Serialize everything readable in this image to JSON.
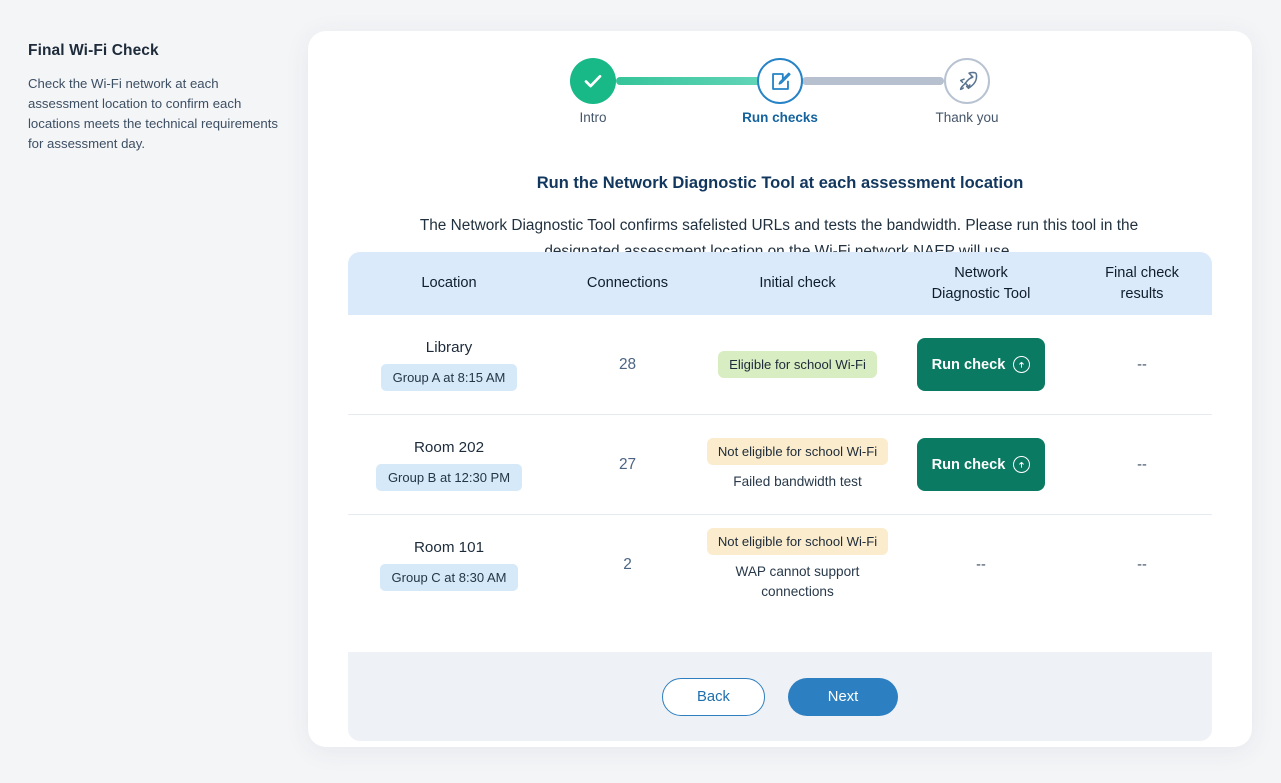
{
  "left_panel": {
    "title": "Final Wi-Fi Check",
    "description": "Check the Wi-Fi network at each assessment location to confirm each locations meets the technical requirements for assessment day."
  },
  "stepper": {
    "steps": [
      {
        "label": "Intro",
        "state": "complete",
        "icon": "check-icon"
      },
      {
        "label": "Run checks",
        "state": "current",
        "icon": "edit-square-icon"
      },
      {
        "label": "Thank you",
        "state": "upcoming",
        "icon": "rocket-icon"
      }
    ],
    "colors": {
      "complete": "#18b887",
      "current": "#2683c6",
      "upcoming": "#b8c3d2",
      "connector_done": "#35c49a",
      "connector_todo": "#b6c0cf"
    }
  },
  "content": {
    "heading": "Run the Network Diagnostic Tool at each assessment location",
    "paragraph": "The Network Diagnostic Tool confirms safelisted URLs and tests the bandwidth. Please run this tool in the designated assessment location on the Wi-Fi network NAEP will use."
  },
  "table": {
    "headers": [
      "Location",
      "Connections",
      "Initial check",
      "Network Diagnostic Tool",
      "Final check results"
    ],
    "header_lines": {
      "h4_line1": "Network",
      "h4_line2": "Diagnostic Tool",
      "h5_line1": "Final check",
      "h5_line2": "results"
    },
    "rows": [
      {
        "location": "Library",
        "group": "Group A at 8:15 AM",
        "connections": "28",
        "initial_check": "Eligible for school Wi-Fi",
        "initial_check_status": "eligible",
        "initial_check_note": "",
        "ndt_action": "Run check",
        "ndt_has_button": true,
        "ndt_placeholder": "--",
        "final_result": "--"
      },
      {
        "location": "Room 202",
        "group": "Group B at 12:30 PM",
        "connections": "27",
        "initial_check": "Not eligible for school Wi-Fi",
        "initial_check_status": "not-eligible",
        "initial_check_note": "Failed bandwidth test",
        "ndt_action": "Run check",
        "ndt_has_button": true,
        "ndt_placeholder": "--",
        "final_result": "--"
      },
      {
        "location": "Room 101",
        "group": "Group C at 8:30 AM",
        "connections": "2",
        "initial_check": "Not eligible for school Wi-Fi",
        "initial_check_status": "not-eligible",
        "initial_check_note": "WAP cannot support connections",
        "ndt_action": "",
        "ndt_has_button": false,
        "ndt_placeholder": "--",
        "final_result": "--"
      }
    ],
    "colors": {
      "header_bg": "#dbeafa",
      "group_badge_bg": "#d6e9f8",
      "eligible_bg": "#d8edc2",
      "not_eligible_bg": "#fbeccd",
      "run_button_bg": "#0a7a63"
    }
  },
  "footer": {
    "back_label": "Back",
    "next_label": "Next",
    "back_color": "#2f7fc0",
    "next_color": "#2c7fc0"
  }
}
